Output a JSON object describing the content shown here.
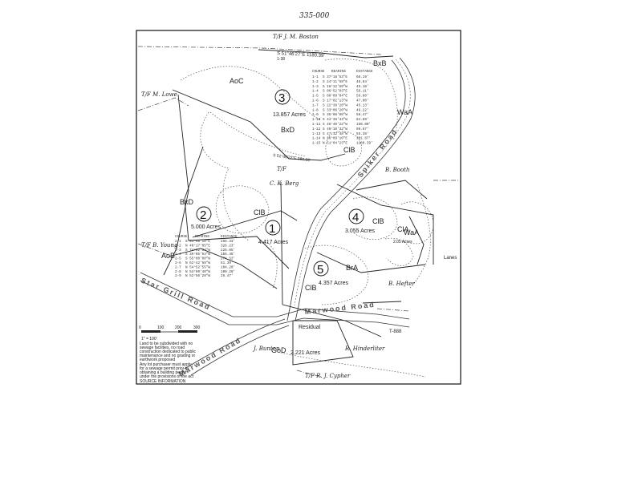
{
  "header": {
    "handwritten_number": "335-000"
  },
  "soil_labels": {
    "aoc": "AoC",
    "bxb": "BxB",
    "bxd_top": "BxD",
    "bxd_left": "BxD",
    "clb_top": "ClB",
    "clb_mid": "ClB",
    "clb_right": "ClB",
    "clb_bottom": "ClB",
    "waa_top": "WaA",
    "waa_right": "WaA",
    "cla": "ClA",
    "brA": "BrA",
    "aob": "AoB",
    "god": "GoD"
  },
  "lots": [
    {
      "number": "3",
      "area": "13.857 Acres"
    },
    {
      "number": "2",
      "area": "5.000 Acres"
    },
    {
      "number": "1",
      "area": "4.417 Acres"
    },
    {
      "number": "4",
      "area": "3.055 Acres"
    },
    {
      "number": "5",
      "area": "4.357 Acres"
    }
  ],
  "lot6_area": "2.221 Acres",
  "roads": {
    "spiker": "Spiker Road",
    "star_grill": "Star Grill Road",
    "marwood": "Marwood Road",
    "marwood_upper": "Marwood Road"
  },
  "route_number": "T-888",
  "owners": {
    "top": "T/F  J. M. Boston",
    "left_upper": "T/F  M. Lowe",
    "left_lower": "T/F  B. Young",
    "right_upper": "B. Booth",
    "right_lower": "B. Hefter",
    "bottom_left": "J. Bunton",
    "bottom_right": "R. Hinderliter",
    "bottom": "T/F  R. J. Cypher",
    "mid_left": "T/F",
    "center": "C. K. Berg",
    "bottom_center": "Residual"
  },
  "right_mark": "Lanes",
  "top_line_call": "S 51°46'27\"E  1180.39'",
  "top_line_sub": "1-38",
  "inner_line_call": "S 51°46'22\"E  380.89'",
  "right_small_area": "2.05 Acres",
  "table3": {
    "headers": [
      "COURSE",
      "BEARING",
      "DISTANCE"
    ],
    "rows": [
      [
        "1-1",
        "S 37°18'53\"E",
        "68.19'"
      ],
      [
        "1-2",
        "S 24°11'59\"E",
        "48.84'"
      ],
      [
        "1-3",
        "S 16°12'59\"W",
        "45.10'"
      ],
      [
        "1-4",
        "S 06°52'03\"E",
        "56.11'"
      ],
      [
        "1-5",
        "S 00°09'04\"E",
        "56.80'"
      ],
      [
        "1-6",
        "S 17°02'13\"W",
        "47.00'"
      ],
      [
        "1-7",
        "S 22°38'20\"W",
        "45.13'"
      ],
      [
        "1-8",
        "S 33°06'20\"W",
        "46.22'"
      ],
      [
        "1-9",
        "S 36°08'08\"W",
        "56.47'"
      ],
      [
        "1-10",
        "S 44°38'43\"W",
        "84.89'"
      ],
      [
        "1-11",
        "S 46°40'22\"W",
        "150.00'"
      ],
      [
        "1-12",
        "S 40°10'32\"W",
        "99.67'"
      ],
      [
        "1-13",
        "S 47°12'48\"W",
        "55.38'"
      ],
      [
        "1-14",
        "N 36°09'10\"E",
        "301.87'"
      ],
      [
        "1-15",
        "N 51°04'23\"E",
        "1180.39'"
      ]
    ]
  },
  "table2": {
    "headers": [
      "COURSE",
      "BEARING",
      "DISTANCE"
    ],
    "rows": [
      [
        "2-1",
        "S 51°08'10\"E",
        "268.33'"
      ],
      [
        "2-2",
        "N 40°17'05\"E",
        "326.23'"
      ],
      [
        "2-3",
        "S 74°02'34\"W",
        "226.05'"
      ],
      [
        "2-4",
        "S 39°05'53\"W",
        "156.45'"
      ],
      [
        "2-5",
        "S 55°00'00\"W",
        "274.53'"
      ],
      [
        "2-6",
        "N 62°42'58\"W",
        "51.39'"
      ],
      [
        "2-7",
        "N 54°52'55\"W",
        "104.20'"
      ],
      [
        "2-8",
        "N 53°09'40\"W",
        "100.20'"
      ],
      [
        "2-9",
        "N 52°56'28\"W",
        "26.47'"
      ]
    ]
  },
  "scale": {
    "ticks": [
      "0",
      "100",
      "200",
      "300"
    ],
    "note": "1\" = 100'"
  },
  "notes_left": [
    "Land to be subdivided with no",
    "sewage facilities, no road",
    "construction dedicated to public",
    "maintenance and no grading or",
    "earthwork proposed"
  ],
  "notes_left2": [
    "Any lot purchaser must apply",
    "for a sewage permit prior to",
    "obtaining a building permit",
    "under the provisions of the act"
  ],
  "footer_note": "SOURCE INFORMATION",
  "colors": {
    "ink": "#222222",
    "paper": "#ffffff",
    "dashed": "#444444"
  }
}
